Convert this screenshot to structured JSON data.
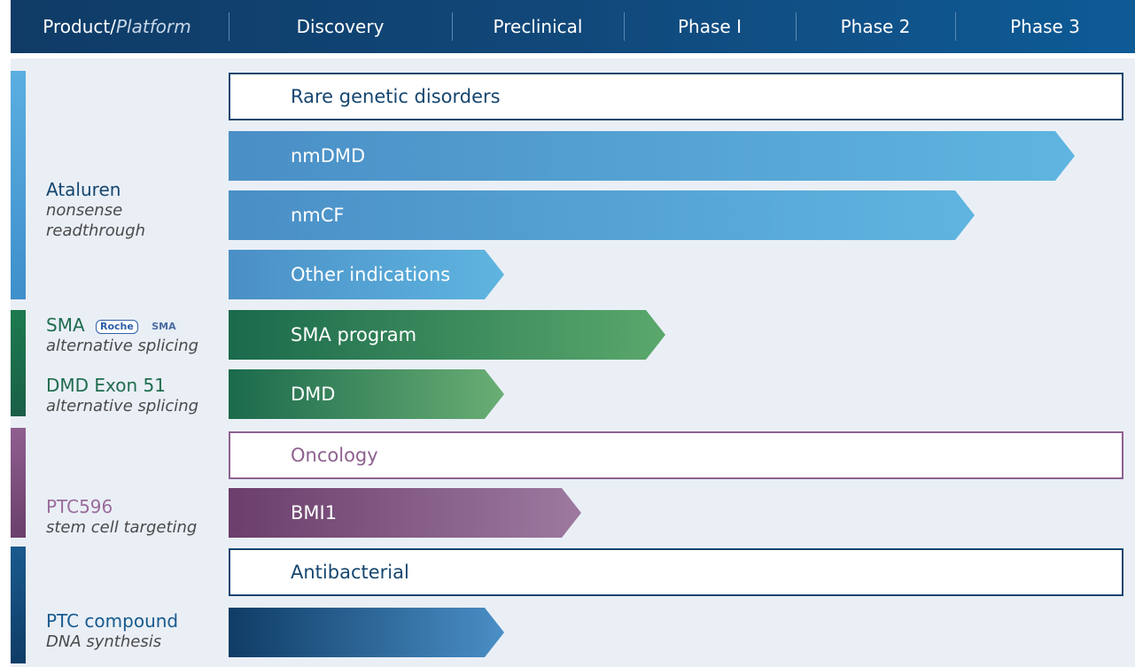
{
  "header": {
    "product": "Product/",
    "platform": "Platform",
    "columns": [
      "Discovery",
      "Preclinical",
      "Phase I",
      "Phase 2",
      "Phase 3"
    ]
  },
  "groups": {
    "ataluren": {
      "name": "Ataluren",
      "sub1": "nonsense",
      "sub2": "readthrough"
    },
    "sma": {
      "name": "SMA",
      "sub": "alternative splicing",
      "logo1": "Roche",
      "logo2": "SMA"
    },
    "dmd": {
      "name": "DMD Exon 51",
      "sub": "alternative splicing"
    },
    "ptc596": {
      "name": "PTC596",
      "sub": "stem cell targeting"
    },
    "ptc_compound": {
      "name": "PTC compound",
      "sub": "DNA synthesis"
    }
  },
  "categories": {
    "rare": "Rare genetic disorders",
    "oncology": "Oncology",
    "antibacterial": "Antibacterial"
  },
  "programs": {
    "nmdmd": "nmDMD",
    "nmcf": "nmCF",
    "other": "Other indications",
    "sma_program": "SMA program",
    "dmd": "DMD",
    "bmi1": "BMI1",
    "ptc_compound": ""
  },
  "colors": {
    "header": "#11487a",
    "ataluren": "#4d97cf",
    "splicing": "#1f6c4e",
    "oncology": "#7a4a7a",
    "antibacterial": "#0f4570",
    "panel": "#eaeff6"
  }
}
